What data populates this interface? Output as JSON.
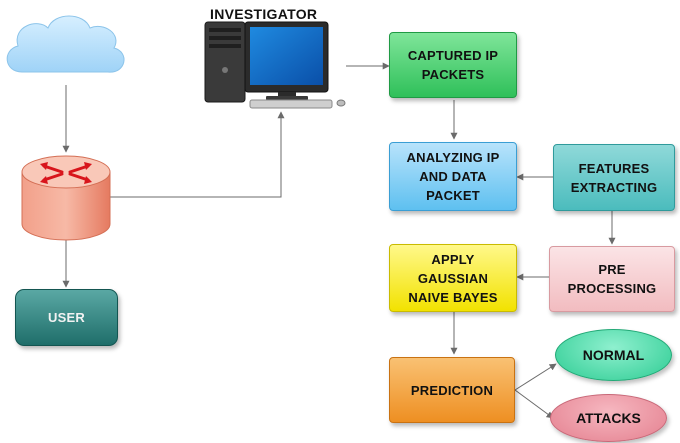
{
  "labels": {
    "investigator": "INVESTIGATOR",
    "user": "USER",
    "captured": "CAPTURED IP\nPACKETS",
    "analyzing": "ANALYZING IP\nAND DATA\nPACKET",
    "features": "FEATURES\nEXTRACTING",
    "preprocessing": "PRE\nPROCESSING",
    "gaussian": "APPLY\nGAUSSIAN\nNAIVE BAYES",
    "prediction": "PREDICTION",
    "normal": "NORMAL",
    "attacks": "ATTACKS"
  },
  "icons": {
    "cloud": "cloud-icon",
    "router": "router-icon",
    "computer": "computer-icon"
  },
  "colors": {
    "captured": "#2fc05a",
    "analyzing": "#5ec0f0",
    "features": "#4bbcbd",
    "preprocessing": "#f2bcc0",
    "gaussian": "#f2e200",
    "prediction": "#ee8f22",
    "normal": "#2ecc93",
    "attacks": "#e4808f",
    "user": "#1f6e6a",
    "router": "#f07a5e"
  }
}
